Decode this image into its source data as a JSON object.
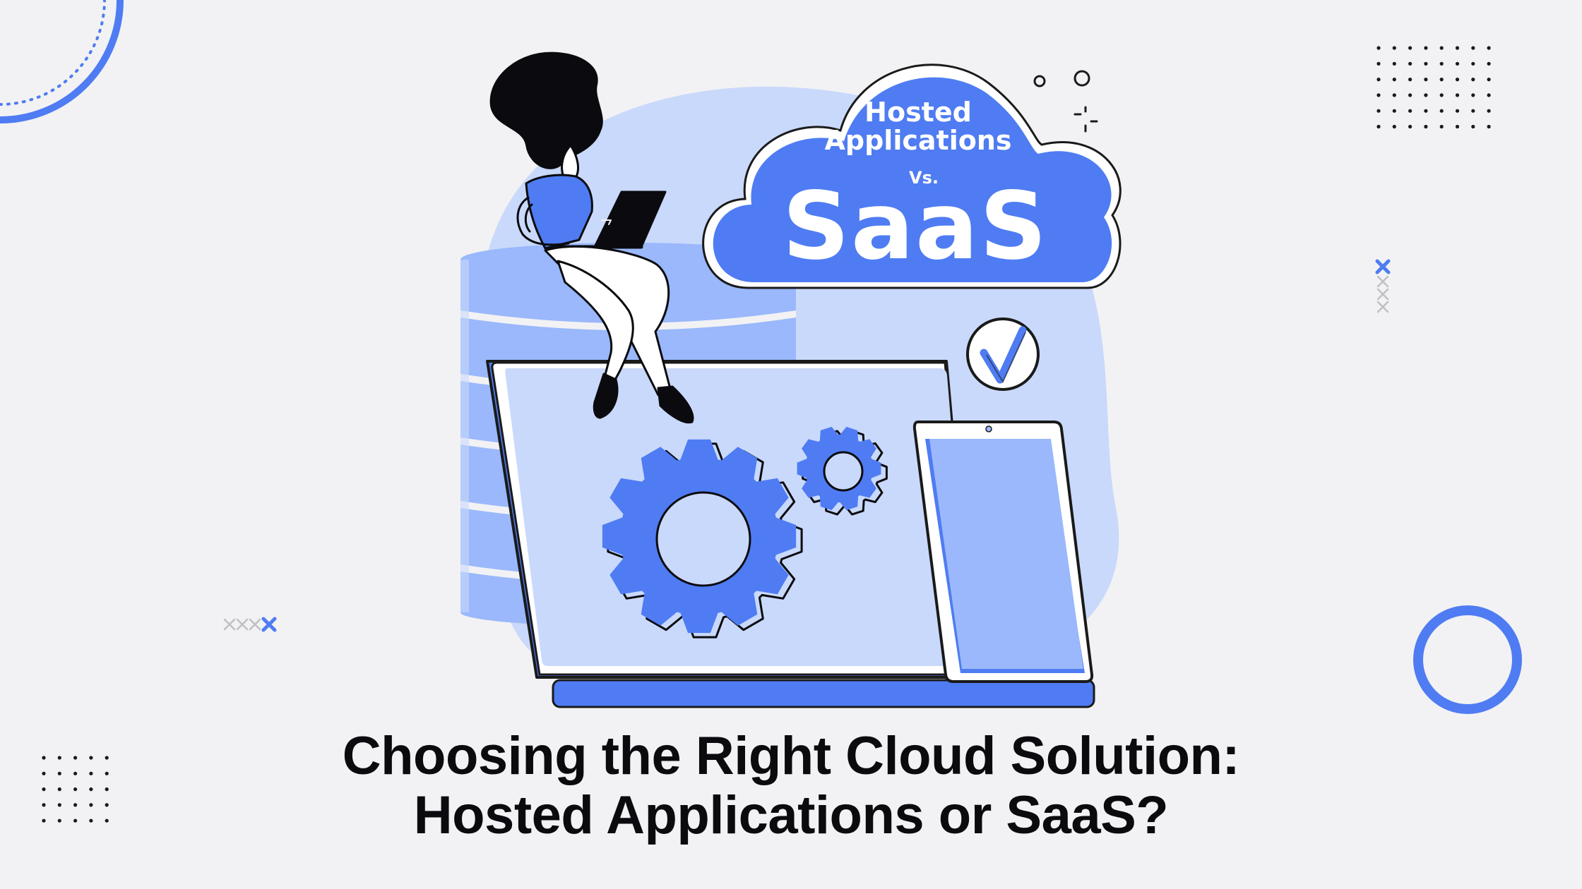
{
  "cloud": {
    "line1": "Hosted",
    "line2": "Applications",
    "vs": "Vs.",
    "main": "SaaS"
  },
  "headline": {
    "line1": "Choosing the Right Cloud Solution:",
    "line2": "Hosted Applications or SaaS?"
  },
  "colors": {
    "background": "#f2f2f4",
    "primary_blue": "#4f7cf2",
    "light_blue": "#c9d9fb",
    "mid_blue": "#9ab8fb",
    "ink": "#0b0b0f"
  },
  "icons": [
    "cloud-icon",
    "database-icon",
    "laptop-icon",
    "gear-icon",
    "tablet-icon",
    "check-icon",
    "person-illustration"
  ]
}
